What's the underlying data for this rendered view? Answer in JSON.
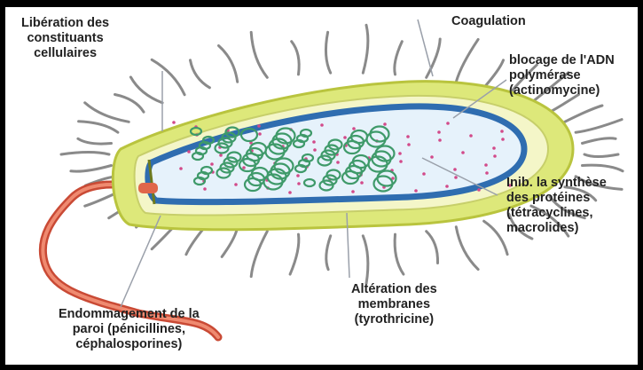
{
  "labels": {
    "liberation": "Libération des\nconstituants\ncellulaires",
    "coagulation": "Coagulation",
    "blocage": "blocage de l'ADN\npolymérase\n(actinomycine)",
    "inhibition": "Inib. la synthèse\ndes protéines\n(tétracyclines,\nmacrolides)",
    "alteration": "Altération des\nmembranes\n(tyrothricine)",
    "endommagement": "Endommagement de la\nparoi (pénicillines,\ncéphalosporines)"
  },
  "colors": {
    "frame": "#000000",
    "panel": "#ffffff",
    "capsule": "#dde87a",
    "capsule_edge": "#b9c43e",
    "cell_wall": "#f4f6c8",
    "membrane": "#2f6db0",
    "cytoplasm": "#e6f2fb",
    "dna": "#3f9a6a",
    "ribosomes": "#d24a8a",
    "flagellum": "#e0664a",
    "pili": "#8a8a8a",
    "pointer": "#9aa0aa"
  },
  "icons": {
    "cell": "bacterium-cross-section",
    "flagellum": "flagellum-icon"
  }
}
